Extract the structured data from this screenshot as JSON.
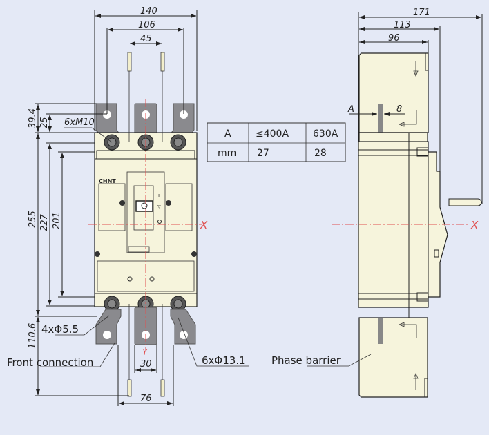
{
  "brand": "CHNT",
  "front_view": {
    "dims": {
      "width_total": "140",
      "pole_pitch_outer": "106",
      "pin_spacing_top": "45",
      "top_39": "39.4",
      "top_25": "25",
      "height_255": "255",
      "height_227": "227",
      "height_201": "201",
      "bottom_110": "110.6",
      "bottom_30": "30",
      "bottom_76": "76"
    },
    "labels": {
      "screws": "6xM10",
      "holes_small": "4xΦ5.5",
      "front_connection": "Front connection",
      "holes_large": "6xΦ13.1"
    },
    "axis_x": "X",
    "axis_y": "Y",
    "handle_marks": {
      "on": "I",
      "trip": "▽"
    }
  },
  "table": {
    "header": [
      "A",
      "≤400A",
      "630A"
    ],
    "row": [
      "mm",
      "27",
      "28"
    ]
  },
  "side_view": {
    "dims": {
      "d171": "171",
      "d113": "113",
      "d96": "96",
      "a": "A",
      "d8": "8"
    },
    "labels": {
      "phase_barrier": "Phase barrier"
    },
    "axis_x": "X"
  }
}
